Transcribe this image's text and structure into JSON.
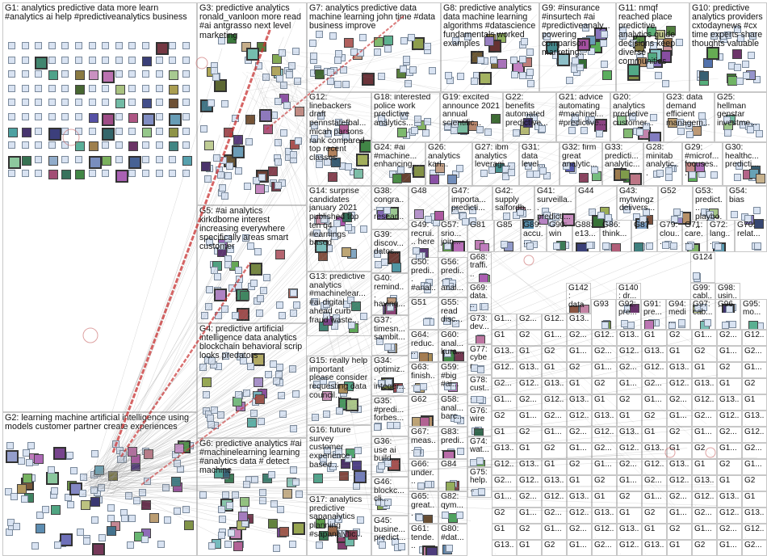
{
  "graph": {
    "groups": [
      {
        "id": "G1",
        "label": "G1: analytics predictive data more learn #analytics ai help #predictiveanalytics business"
      },
      {
        "id": "G2",
        "label": "G2: learning machine artificial intelligence using models customer partner create experiences"
      },
      {
        "id": "G3",
        "label": "G3: predictive analytics ronald_vanloon more read #ai antgrasso next level marketing"
      },
      {
        "id": "G4",
        "label": "G4: predictive artificial intelligence data analytics blockchain behavioral scrip looks predators"
      },
      {
        "id": "G5",
        "label": "G5: #ai analytics kirkdborne interest increasing everywhere specifically areas smart customer"
      },
      {
        "id": "G6",
        "label": "G6: predictive analytics #ai #machinelearning learning #analytics data # detect machine"
      },
      {
        "id": "G7",
        "label": "G7: analytics predictive data machine learning john time #data business improve"
      },
      {
        "id": "G8",
        "label": "G8: predictive analytics data machine learning algorithms #datascience fundamentals worked examples"
      },
      {
        "id": "G9",
        "label": "G9: #insurance #insurtech #ai #predictiveanaly... powering comparison marketing..."
      },
      {
        "id": "G10",
        "label": "G10: predictive analytics providers cxtodaynews #cx time experts share thoughts valuable"
      },
      {
        "id": "G11",
        "label": "G11: nmqf reached place predictive analytics guide decisions keep diverse communities"
      },
      {
        "id": "G12",
        "label": "G12: linebackers draft pennstatefbal... micah parsons rank compared top recent classes"
      },
      {
        "id": "G13",
        "label": "G13: predictive analytics #machinelear... #ai digital ahead curb fraud waste..."
      },
      {
        "id": "G14",
        "label": "G14: surprise candidates january 2021 published top ten q4 #earnings based"
      },
      {
        "id": "G15",
        "label": "G15: really help important please consider requesting data council..."
      },
      {
        "id": "G16",
        "label": "G16: future survey customer experience based..."
      },
      {
        "id": "G17",
        "label": "G17: analytics predictive sapanalytics planning #sapanalytic..."
      },
      {
        "id": "G18",
        "label": "G18: interested police work predictive analytics..."
      },
      {
        "id": "G19",
        "label": "G19: excited announce 2021 annual scientific..."
      },
      {
        "id": "G20",
        "label": "G20: analytics predictive customer..."
      },
      {
        "id": "G21",
        "label": "G21: advice automating #machinel... #predictive..."
      },
      {
        "id": "G22",
        "label": "G22: benefits automated predictive..."
      },
      {
        "id": "G23",
        "label": "G23: data demand efficient managem..."
      },
      {
        "id": "G24",
        "label": "G24: #ai #machine... enhancing..."
      },
      {
        "id": "G25",
        "label": "G25: hellman genstar investme..."
      },
      {
        "id": "G26",
        "label": "G26: analytics karl..."
      },
      {
        "id": "G27",
        "label": "G27: ibm analytics leveragi..."
      },
      {
        "id": "G28",
        "label": "G28: minitab analytic..."
      },
      {
        "id": "G29",
        "label": "G29: #microf... focuses..."
      },
      {
        "id": "G30",
        "label": "G30: healthc... predicti..."
      },
      {
        "id": "G31",
        "label": "G31: data level..."
      },
      {
        "id": "G32",
        "label": "G32: firm great analytic..."
      },
      {
        "id": "G33",
        "label": "G33: predicti... analytic..."
      },
      {
        "id": "G34",
        "label": "G34: optimiz... integer..."
      },
      {
        "id": "G35",
        "label": "G35: #predi... forbes..."
      },
      {
        "id": "G36",
        "label": "G36: use ai build..."
      },
      {
        "id": "G37",
        "label": "G37: timesn... sambit..."
      },
      {
        "id": "G38",
        "label": "G38: congra... resear..."
      },
      {
        "id": "G39",
        "label": "G39: discov... datos..."
      },
      {
        "id": "G40",
        "label": "G40: remind... having..."
      },
      {
        "id": "G41",
        "label": "G41: surveilla... predicti..."
      },
      {
        "id": "G42",
        "label": "G42: supply salfordb..."
      },
      {
        "id": "G43",
        "label": "G43: mytwingz delivers..."
      },
      {
        "id": "G44",
        "label": "G44"
      },
      {
        "id": "G45",
        "label": "G45: busine... predict..."
      },
      {
        "id": "G46",
        "label": "G46: blockc... cli..."
      },
      {
        "id": "G47",
        "label": "G47: importa... predicti..."
      },
      {
        "id": "G48",
        "label": "G48"
      },
      {
        "id": "G49",
        "label": "G49: recrui... here"
      },
      {
        "id": "G50",
        "label": "G50: predi... #anal..."
      },
      {
        "id": "G51",
        "label": "G51"
      },
      {
        "id": "G52",
        "label": "G52"
      },
      {
        "id": "G53",
        "label": "G53: predict... playbo..."
      },
      {
        "id": "G54",
        "label": "G54: bias"
      },
      {
        "id": "G55",
        "label": "G55: read disc..."
      },
      {
        "id": "G56",
        "label": "G56: predi... anal..."
      },
      {
        "id": "G57",
        "label": "G57: srio... join..."
      },
      {
        "id": "G58",
        "label": "G58: anal... barc..."
      },
      {
        "id": "G59",
        "label": "G59: #big #ai..."
      },
      {
        "id": "G60",
        "label": "G60: anal... kura..."
      },
      {
        "id": "G61",
        "label": "G61: tende..."
      },
      {
        "id": "G62",
        "label": "G62"
      },
      {
        "id": "G63",
        "label": "G63: finish..."
      },
      {
        "id": "G64",
        "label": "G64: reduc..."
      },
      {
        "id": "G65",
        "label": "G65: great..."
      },
      {
        "id": "G66",
        "label": "G66: under..."
      },
      {
        "id": "G67",
        "label": "G67: meas..."
      },
      {
        "id": "G68",
        "label": "G68: traffi..."
      },
      {
        "id": "G69",
        "label": "G69: data..."
      },
      {
        "id": "G70",
        "label": "G70: relat..."
      },
      {
        "id": "G71",
        "label": "G71: care..."
      },
      {
        "id": "G72",
        "label": "G72: lang..."
      },
      {
        "id": "G73",
        "label": "G73: dev..."
      },
      {
        "id": "G74",
        "label": "G74: wat..."
      },
      {
        "id": "G75",
        "label": "G75: help..."
      },
      {
        "id": "G76",
        "label": "G76: wire"
      },
      {
        "id": "G77",
        "label": "G77: cyber"
      },
      {
        "id": "G78",
        "label": "G78: cust..."
      },
      {
        "id": "G79",
        "label": "G79: clou..."
      },
      {
        "id": "G80",
        "label": "G80: #dat..."
      },
      {
        "id": "G81",
        "label": "G81"
      },
      {
        "id": "G82",
        "label": "G82: qym..."
      },
      {
        "id": "G83",
        "label": "G83: predi..."
      },
      {
        "id": "G84",
        "label": "G84"
      },
      {
        "id": "G85",
        "label": "G85"
      },
      {
        "id": "G86",
        "label": "G86: think..."
      },
      {
        "id": "G87",
        "label": "G87"
      },
      {
        "id": "G88",
        "label": "G88: e13..."
      },
      {
        "id": "G89",
        "label": "G89: accu..."
      },
      {
        "id": "G90",
        "label": "G90: win"
      },
      {
        "id": "G91",
        "label": "G91: pre..."
      },
      {
        "id": "G92",
        "label": "G92: pre..."
      },
      {
        "id": "G93",
        "label": "G93"
      },
      {
        "id": "G94",
        "label": "G94: medi..."
      },
      {
        "id": "G95",
        "label": "G95: mo..."
      },
      {
        "id": "G96",
        "label": "G96"
      },
      {
        "id": "G97",
        "label": "G97: cab..."
      },
      {
        "id": "G98",
        "label": "G98: usin..."
      },
      {
        "id": "G99",
        "label": "G99: cabl..."
      },
      {
        "id": "G124",
        "label": "G124"
      },
      {
        "id": "G140",
        "label": "G140: dr..."
      },
      {
        "id": "G142",
        "label": "G142: data"
      }
    ],
    "small_labels": [
      "G1...",
      "G2...",
      "G12...",
      "G13...",
      "G1",
      "G2"
    ],
    "colors": {
      "box_border": "#c8c8c8",
      "edge": "#8c8c8c",
      "highlight_edge": "#c83232",
      "node_fill": "#d9e3f2",
      "node_border": "#7b8a9c",
      "circle_hint": "#c86464"
    }
  }
}
